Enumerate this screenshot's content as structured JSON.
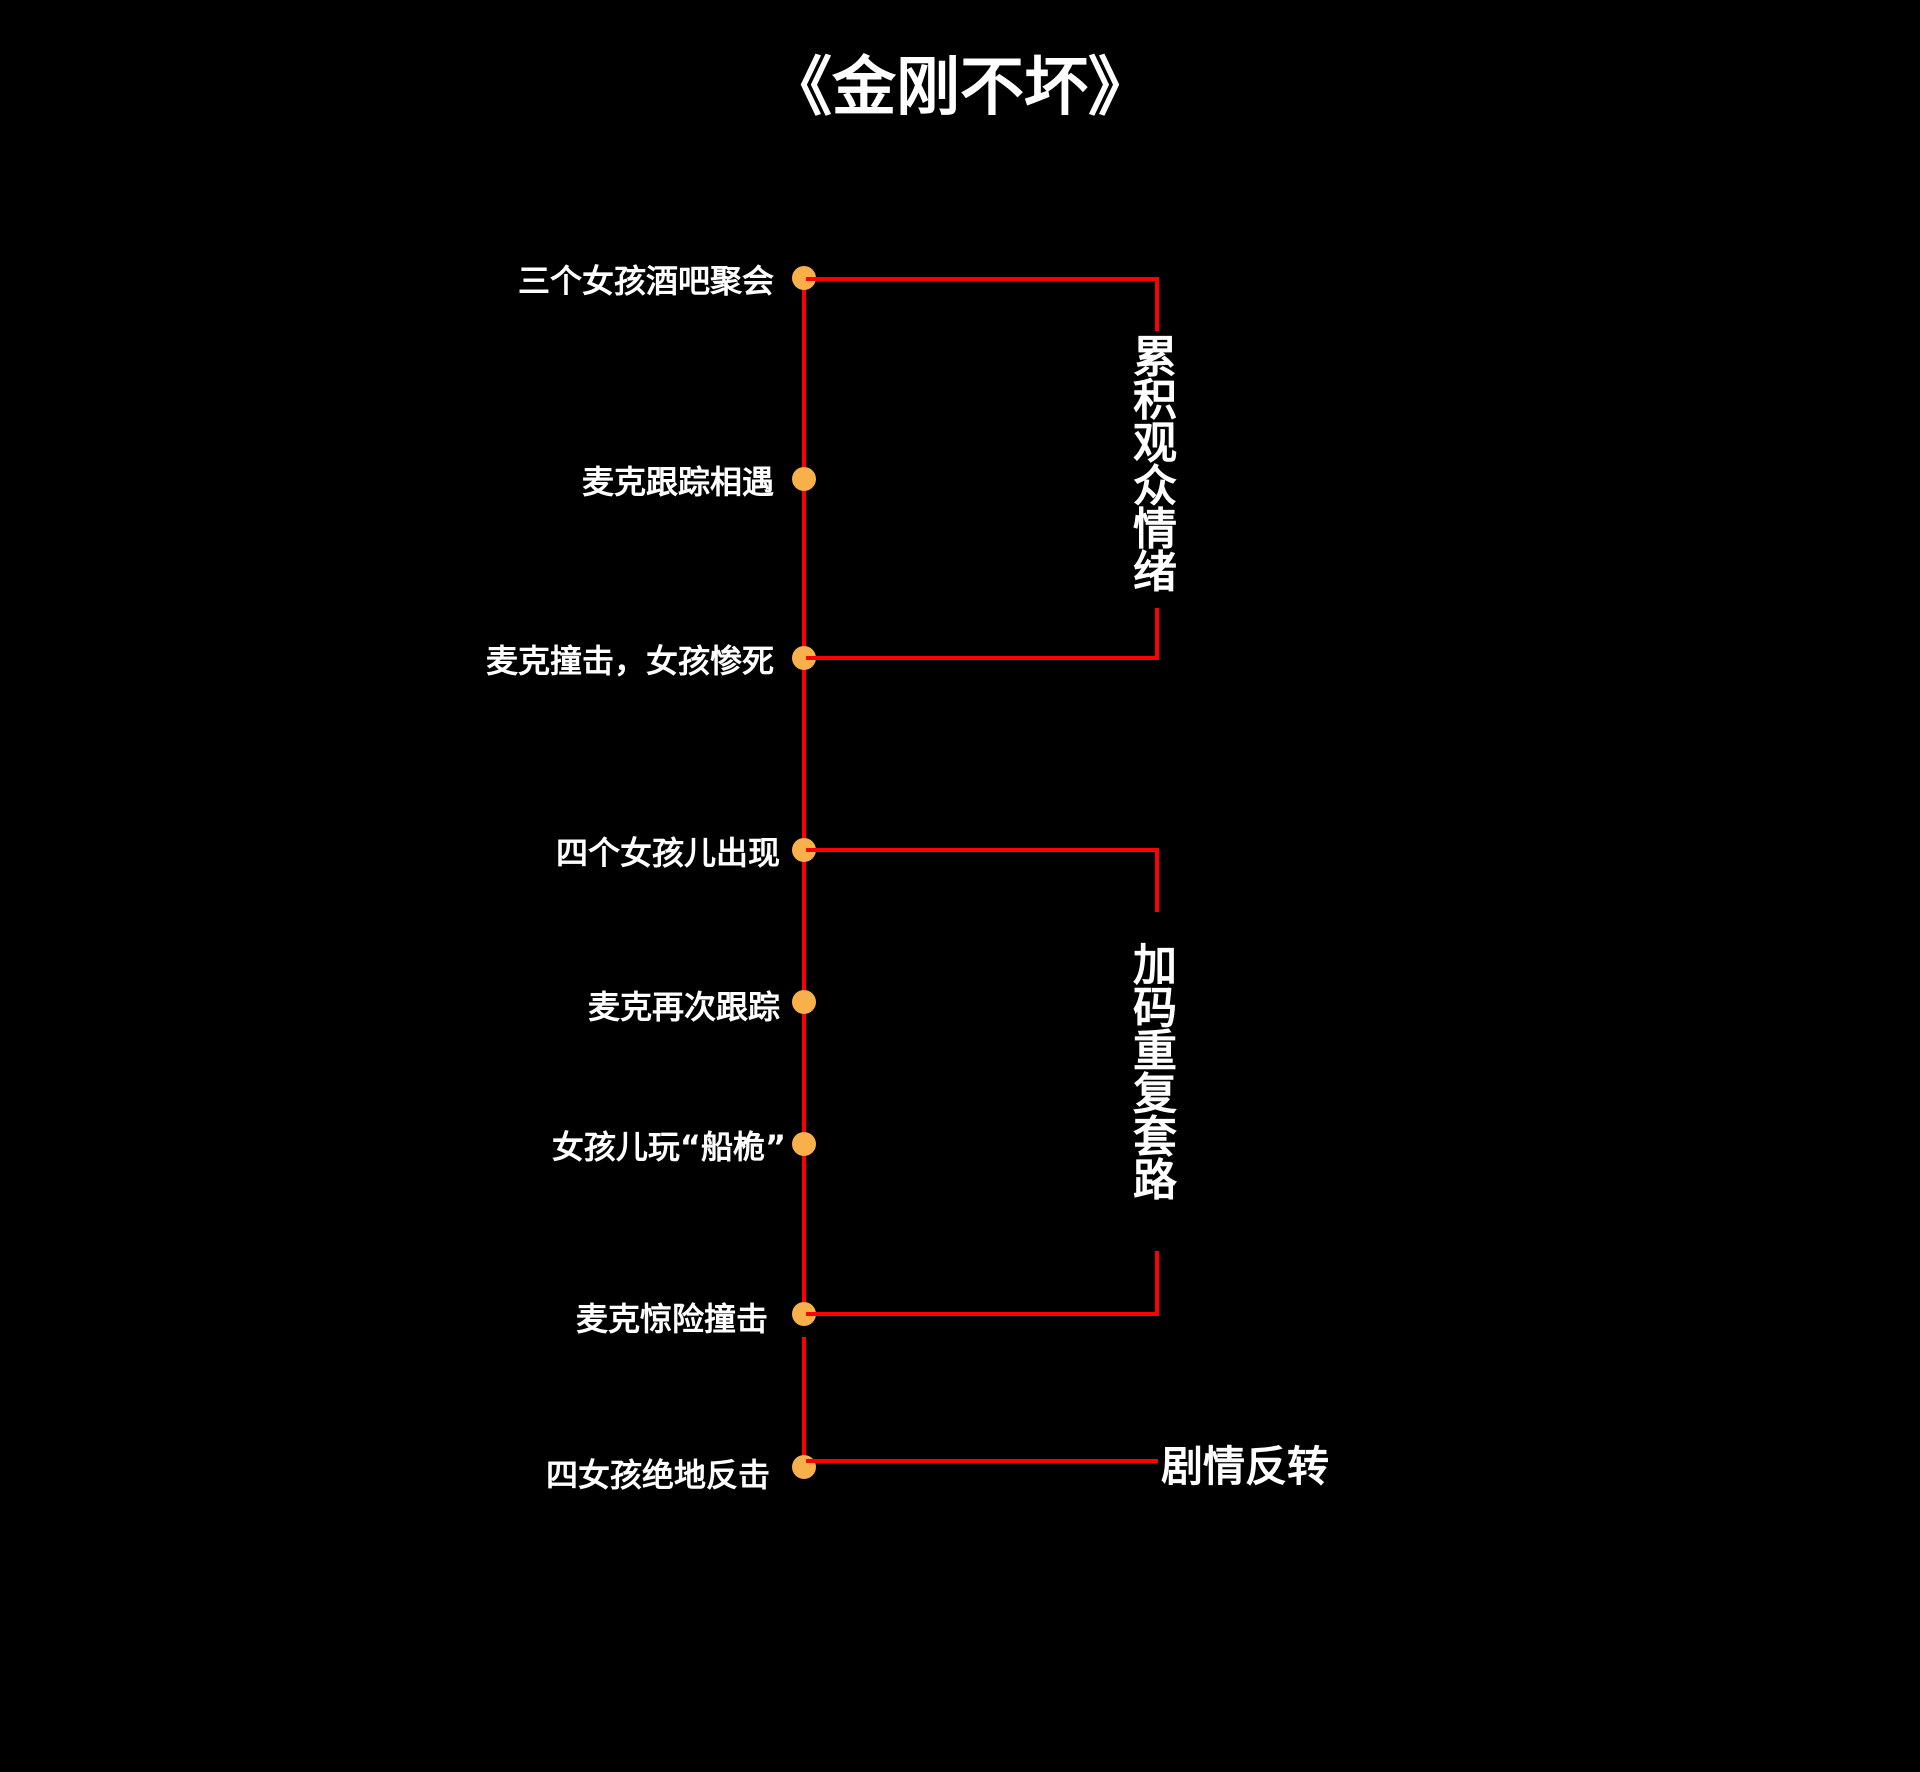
{
  "title": "《金刚不坏》",
  "events": [
    "三个女孩酒吧聚会",
    "麦克跟踪相遇",
    "麦克撞击，女孩惨死",
    "四个女孩儿出现",
    "麦克再次跟踪",
    "女孩儿玩“船桅”",
    "麦克惊险撞击",
    "四女孩绝地反击"
  ],
  "groups": {
    "g1": "累积观众情绪",
    "g2": "加码重复套路",
    "g3": "剧情反转"
  },
  "colors": {
    "line": "#ff0000",
    "dot": "#f8b04b"
  }
}
